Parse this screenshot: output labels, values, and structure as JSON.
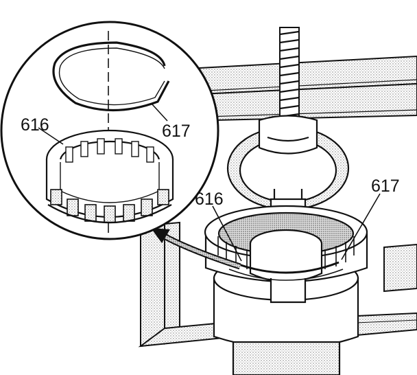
{
  "labels": {
    "inset_snap_ring": "617",
    "inset_roller_clutch": "616",
    "assembly_roller_clutch": "616",
    "assembly_snap_ring": "617"
  },
  "colors": {
    "ink": "#111111",
    "paper": "#ffffff",
    "stipple": "#8a8a8a"
  }
}
